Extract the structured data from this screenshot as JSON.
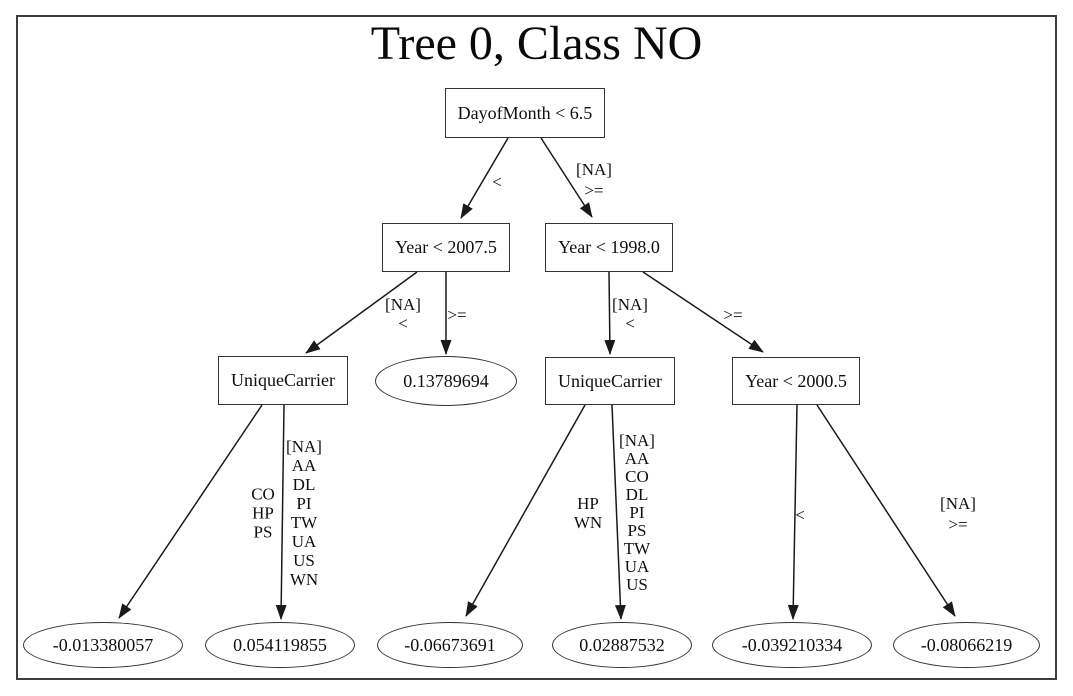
{
  "title": "Tree 0, Class NO",
  "nodes": [
    {
      "id": "root",
      "type": "decision",
      "label": "DayofMonth < 6.5"
    },
    {
      "id": "n1",
      "type": "decision",
      "label": "Year < 2007.5"
    },
    {
      "id": "n2",
      "type": "decision",
      "label": "Year < 1998.0"
    },
    {
      "id": "n3",
      "type": "decision",
      "label": "UniqueCarrier"
    },
    {
      "id": "n4",
      "type": "leaf",
      "label": "0.13789694"
    },
    {
      "id": "n5",
      "type": "decision",
      "label": "UniqueCarrier"
    },
    {
      "id": "n6",
      "type": "decision",
      "label": "Year < 2000.5"
    },
    {
      "id": "l1",
      "type": "leaf",
      "label": "-0.013380057"
    },
    {
      "id": "l2",
      "type": "leaf",
      "label": "0.054119855"
    },
    {
      "id": "l3",
      "type": "leaf",
      "label": "-0.06673691"
    },
    {
      "id": "l4",
      "type": "leaf",
      "label": "0.02887532"
    },
    {
      "id": "l5",
      "type": "leaf",
      "label": "-0.039210334"
    },
    {
      "id": "l6",
      "type": "leaf",
      "label": "-0.08066219"
    }
  ],
  "edges": [
    {
      "from": "root",
      "to": "n1",
      "label": "<"
    },
    {
      "from": "root",
      "to": "n2",
      "label": "[NA]\n>="
    },
    {
      "from": "n1",
      "to": "n3",
      "label": "[NA]\n<"
    },
    {
      "from": "n1",
      "to": "n4",
      "label": ">="
    },
    {
      "from": "n2",
      "to": "n5",
      "label": "[NA]\n<"
    },
    {
      "from": "n2",
      "to": "n6",
      "label": ">="
    },
    {
      "from": "n3",
      "to": "l1",
      "label": "CO\nHP\nPS"
    },
    {
      "from": "n3",
      "to": "l2",
      "label": "[NA]\nAA\nDL\nPI\nTW\nUA\nUS\nWN"
    },
    {
      "from": "n5",
      "to": "l3",
      "label": "HP\nWN"
    },
    {
      "from": "n5",
      "to": "l4",
      "label": "[NA]\nAA\nCO\nDL\nPI\nPS\nTW\nUA\nUS"
    },
    {
      "from": "n6",
      "to": "l5",
      "label": "<"
    },
    {
      "from": "n6",
      "to": "l6",
      "label": "[NA]\n>="
    }
  ],
  "colors": {
    "background": "#ffffff",
    "stroke": "#333333",
    "text": "#0f0f0f"
  }
}
